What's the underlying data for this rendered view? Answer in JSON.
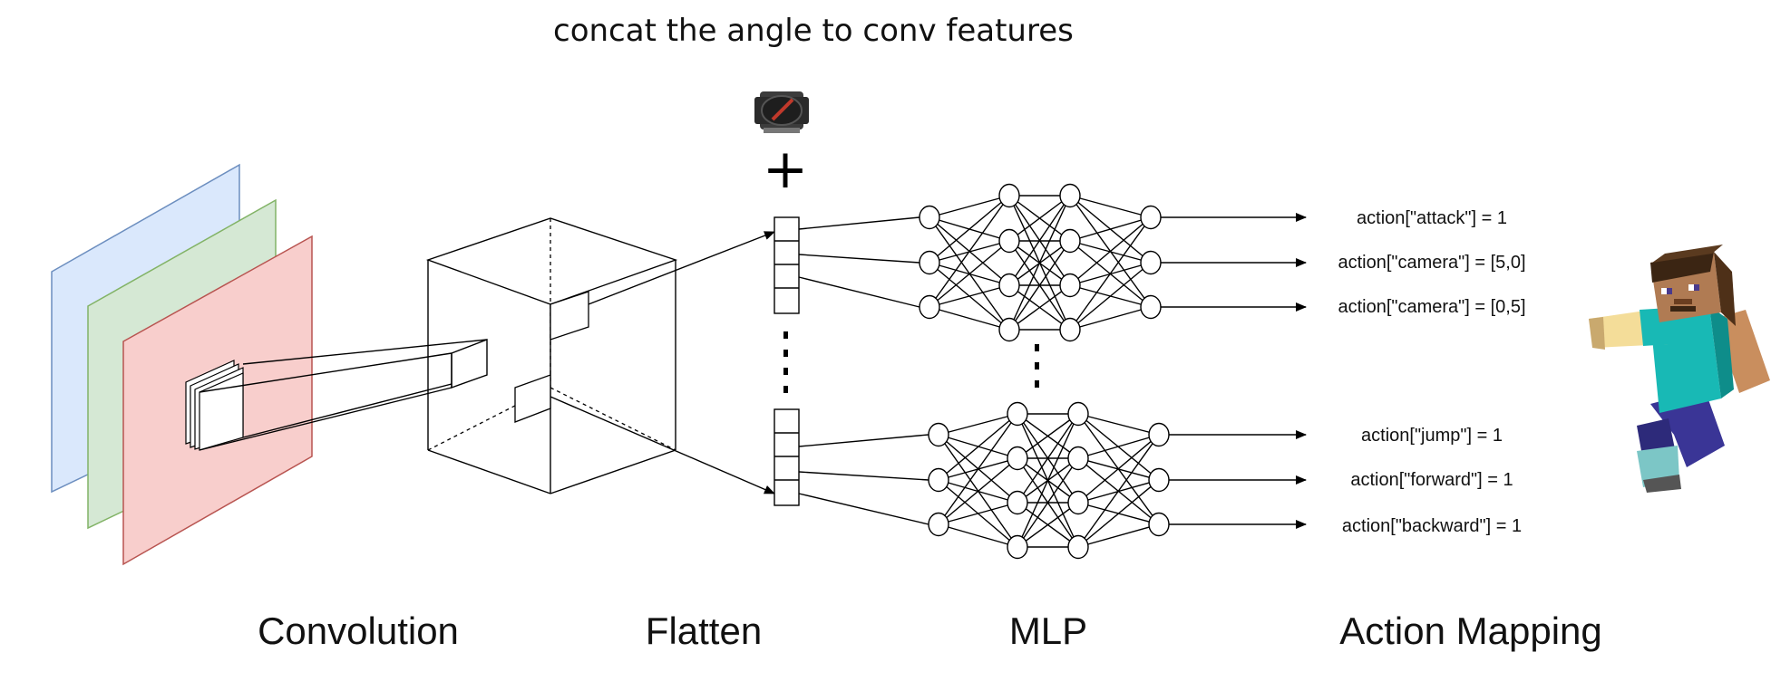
{
  "title": "concat the angle to conv features",
  "plus_sign": "+",
  "stages": {
    "convolution": "Convolution",
    "flatten": "Flatten",
    "mlp": "MLP",
    "action_mapping": "Action Mapping"
  },
  "actions": [
    "action[\"attack\"] = 1",
    "action[\"camera\"] = [5,0]",
    "action[\"camera\"] = [0,5]",
    "action[\"jump\"] = 1",
    "action[\"forward\"] = 1",
    "action[\"backward\"] = 1"
  ],
  "icons": {
    "compass": "compass-icon",
    "character": "minecraft-steve-icon"
  },
  "colors": {
    "feature_map_blue": "#dae8fc",
    "feature_map_green": "#d5e8d4",
    "feature_map_red": "#f8cecc"
  }
}
